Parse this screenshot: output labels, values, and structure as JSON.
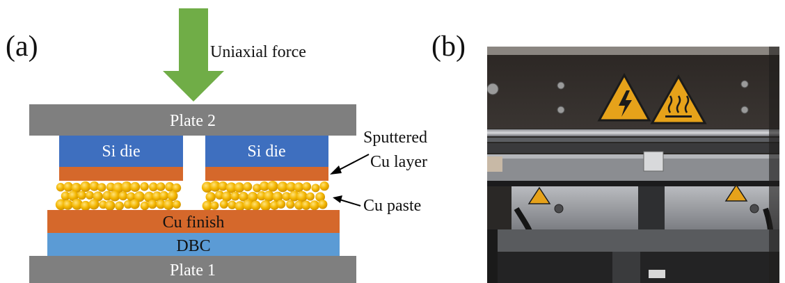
{
  "panel_a": {
    "label": "(a)",
    "force_label": "Uniaxial force",
    "plate_top": "Plate 2",
    "plate_bottom": "Plate 1",
    "die_left": "Si die",
    "die_right": "Si die",
    "sputtered_line1": "Sputtered",
    "sputtered_line2": "Cu layer",
    "paste_label": "Cu paste",
    "finish_label": "Cu finish",
    "dbc_label": "DBC",
    "colors": {
      "plate": "#7f7f7f",
      "die": "#3e6fbf",
      "cu": "#d5682b",
      "dbc": "#5b9bd5",
      "paste": "#f2b400",
      "arrow": "#70ad47"
    }
  },
  "panel_b": {
    "label": "(b)",
    "photo_description_icons": [
      "high-voltage-warning-icon",
      "hot-surface-warning-icon"
    ]
  }
}
